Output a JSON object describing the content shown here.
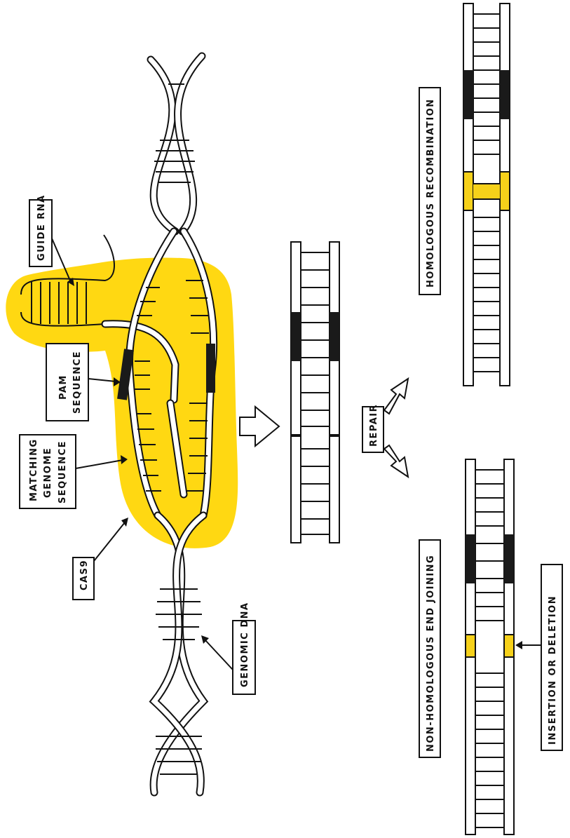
{
  "labels": {
    "guide_rna": "GUIDE RNA",
    "pam_line1": "PAM",
    "pam_line2": "SEQUENCE",
    "match_line1": "MATCHING",
    "match_line2": "GENOME",
    "match_line3": "SEQUENCE",
    "cas9": "CAS9",
    "genomic_dna": "GENOMIC DNA",
    "repair": "REPAIR",
    "homologous": "HOMOLOGOUS RECOMBINATION",
    "nhej": "NON-HOMOLOGOUS END JOINING",
    "indel": "INSERTION OR DELETION"
  },
  "colors": {
    "cas9_blob": "#ffd812",
    "highlight": "#f6d11a",
    "dark_segment": "#1a1a1a",
    "outline": "#111111"
  }
}
